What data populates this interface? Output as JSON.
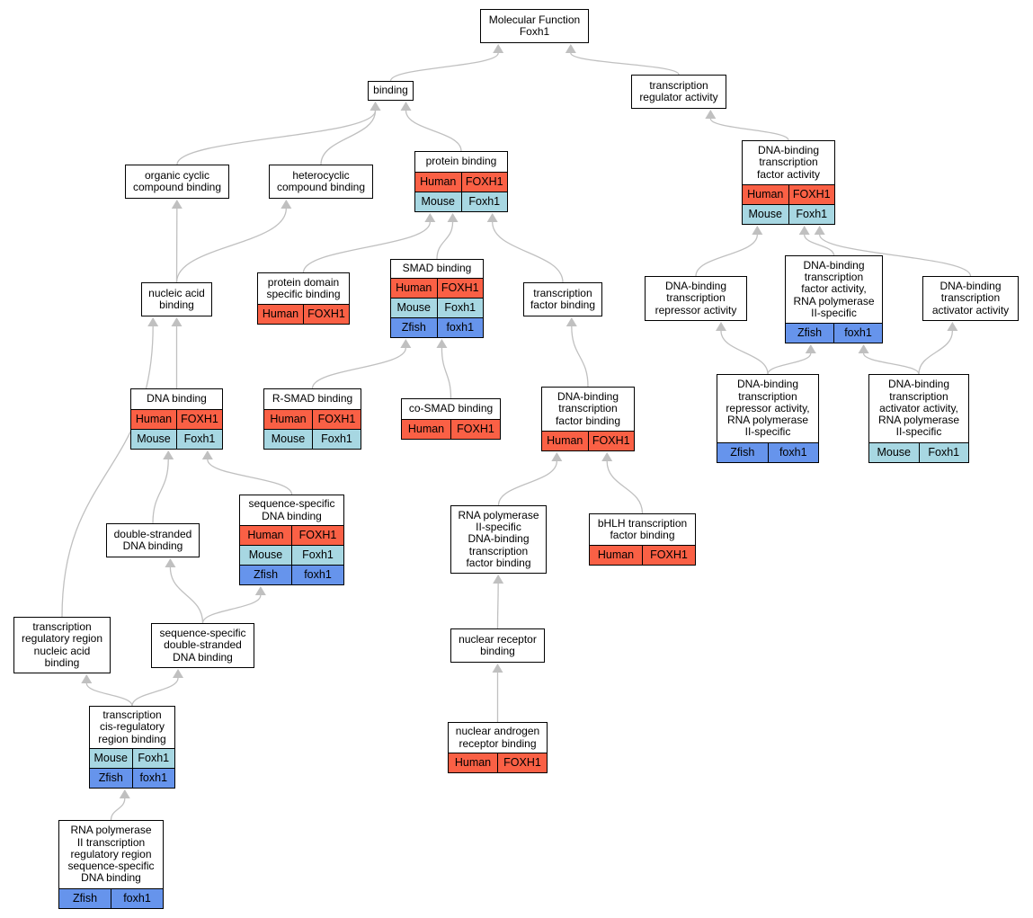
{
  "colors": {
    "human": "#fa6045",
    "mouse": "#a7d7e2",
    "zfish": "#6694ec",
    "edge": "#c0c0c0"
  },
  "nodes": {
    "mf": {
      "title": "Molecular Function\nFoxh1",
      "rows": []
    },
    "binding": {
      "title": "binding",
      "rows": []
    },
    "tra": {
      "title": "transcription\nregulator activity",
      "rows": []
    },
    "ocb": {
      "title": "organic cyclic\ncompound binding",
      "rows": []
    },
    "hcb": {
      "title": "heterocyclic\ncompound binding",
      "rows": []
    },
    "pb": {
      "title": "protein binding",
      "rows": [
        {
          "species": "Human",
          "gene": "FOXH1"
        },
        {
          "species": "Mouse",
          "gene": "Foxh1"
        }
      ]
    },
    "dbtfa": {
      "title": "DNA-binding\ntranscription\nfactor activity",
      "rows": [
        {
          "species": "Human",
          "gene": "FOXH1"
        },
        {
          "species": "Mouse",
          "gene": "Foxh1"
        }
      ]
    },
    "nab": {
      "title": "nucleic acid\nbinding",
      "rows": []
    },
    "pdsb": {
      "title": "protein domain\nspecific binding",
      "rows": [
        {
          "species": "Human",
          "gene": "FOXH1"
        }
      ]
    },
    "smad": {
      "title": "SMAD binding",
      "rows": [
        {
          "species": "Human",
          "gene": "FOXH1"
        },
        {
          "species": "Mouse",
          "gene": "Foxh1"
        },
        {
          "species": "Zfish",
          "gene": "foxh1"
        }
      ]
    },
    "tfb": {
      "title": "transcription\nfactor binding",
      "rows": []
    },
    "dbtra": {
      "title": "DNA-binding\ntranscription\nrepressor activity",
      "rows": []
    },
    "dbtfa2": {
      "title": "DNA-binding\ntranscription\nfactor activity,\nRNA polymerase\nII-specific",
      "rows": [
        {
          "species": "Zfish",
          "gene": "foxh1"
        }
      ]
    },
    "dbtaa": {
      "title": "DNA-binding\ntranscription\nactivator activity",
      "rows": []
    },
    "dnab": {
      "title": "DNA binding",
      "rows": [
        {
          "species": "Human",
          "gene": "FOXH1"
        },
        {
          "species": "Mouse",
          "gene": "Foxh1"
        }
      ]
    },
    "rsmad": {
      "title": "R-SMAD binding",
      "rows": [
        {
          "species": "Human",
          "gene": "FOXH1"
        },
        {
          "species": "Mouse",
          "gene": "Foxh1"
        }
      ]
    },
    "cosmad": {
      "title": "co-SMAD binding",
      "rows": [
        {
          "species": "Human",
          "gene": "FOXH1"
        }
      ]
    },
    "dbtfb": {
      "title": "DNA-binding\ntranscription\nfactor binding",
      "rows": [
        {
          "species": "Human",
          "gene": "FOXH1"
        }
      ]
    },
    "dbtra2": {
      "title": "DNA-binding\ntranscription\nrepressor activity,\nRNA polymerase\nII-specific",
      "rows": [
        {
          "species": "Zfish",
          "gene": "foxh1"
        }
      ]
    },
    "dbtaa2": {
      "title": "DNA-binding\ntranscription\nactivator activity,\nRNA polymerase\nII-specific",
      "rows": [
        {
          "species": "Mouse",
          "gene": "Foxh1"
        }
      ]
    },
    "ssdb": {
      "title": "sequence-specific\nDNA binding",
      "rows": [
        {
          "species": "Human",
          "gene": "FOXH1"
        },
        {
          "species": "Mouse",
          "gene": "Foxh1"
        },
        {
          "species": "Zfish",
          "gene": "foxh1"
        }
      ]
    },
    "dsdb": {
      "title": "double-stranded\nDNA binding",
      "rows": []
    },
    "rnap2": {
      "title": "RNA polymerase\nII-specific\nDNA-binding\ntranscription\nfactor binding",
      "rows": []
    },
    "bhlh": {
      "title": "bHLH transcription\nfactor binding",
      "rows": [
        {
          "species": "Human",
          "gene": "FOXH1"
        }
      ]
    },
    "trnab": {
      "title": "transcription\nregulatory region\nnucleic acid\nbinding",
      "rows": []
    },
    "ssdsdb": {
      "title": "sequence-specific\ndouble-stranded\nDNA binding",
      "rows": []
    },
    "nrb": {
      "title": "nuclear receptor\nbinding",
      "rows": []
    },
    "tcrrb": {
      "title": "transcription\ncis-regulatory\nregion binding",
      "rows": [
        {
          "species": "Mouse",
          "gene": "Foxh1"
        },
        {
          "species": "Zfish",
          "gene": "foxh1"
        }
      ]
    },
    "narb": {
      "title": "nuclear androgen\nreceptor binding",
      "rows": [
        {
          "species": "Human",
          "gene": "FOXH1"
        }
      ]
    },
    "rnap2tr": {
      "title": "RNA polymerase\nII transcription\nregulatory region\nsequence-specific\nDNA binding",
      "rows": [
        {
          "species": "Zfish",
          "gene": "foxh1"
        }
      ]
    }
  },
  "edges": [
    [
      "binding",
      "mf"
    ],
    [
      "tra",
      "mf"
    ],
    [
      "ocb",
      "binding"
    ],
    [
      "hcb",
      "binding"
    ],
    [
      "pb",
      "binding"
    ],
    [
      "dbtfa",
      "tra"
    ],
    [
      "nab",
      "ocb"
    ],
    [
      "nab",
      "hcb"
    ],
    [
      "pdsb",
      "pb"
    ],
    [
      "smad",
      "pb"
    ],
    [
      "tfb",
      "pb"
    ],
    [
      "dbtra",
      "dbtfa"
    ],
    [
      "dbtfa2",
      "dbtfa"
    ],
    [
      "dbtaa",
      "dbtfa"
    ],
    [
      "dnab",
      "nab"
    ],
    [
      "trnab",
      "nab"
    ],
    [
      "rsmad",
      "smad"
    ],
    [
      "cosmad",
      "smad"
    ],
    [
      "dbtfb",
      "tfb"
    ],
    [
      "dbtra2",
      "dbtra"
    ],
    [
      "dbtra2",
      "dbtfa2"
    ],
    [
      "dbtaa2",
      "dbtfa2"
    ],
    [
      "dbtaa2",
      "dbtaa"
    ],
    [
      "dsdb",
      "dnab"
    ],
    [
      "ssdb",
      "dnab"
    ],
    [
      "rnap2",
      "dbtfb"
    ],
    [
      "bhlh",
      "dbtfb"
    ],
    [
      "ssdsdb",
      "dsdb"
    ],
    [
      "ssdsdb",
      "ssdb"
    ],
    [
      "nrb",
      "rnap2"
    ],
    [
      "narb",
      "nrb"
    ],
    [
      "tcrrb",
      "trnab"
    ],
    [
      "tcrrb",
      "ssdsdb"
    ],
    [
      "rnap2tr",
      "tcrrb"
    ]
  ]
}
